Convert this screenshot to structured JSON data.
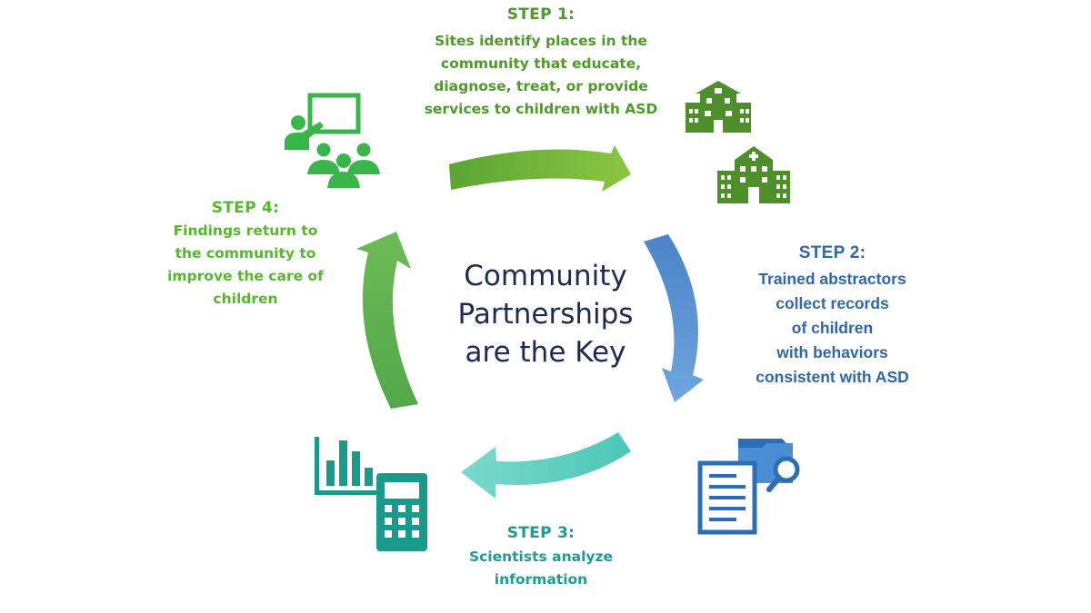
{
  "center": {
    "lines": [
      "Community",
      "Partnerships",
      "are the Key"
    ]
  },
  "steps": [
    {
      "title": "STEP 1:",
      "lines": [
        "Sites identify places in the",
        "community that educate,",
        "diagnose, treat, or provide",
        "services to children with ASD"
      ],
      "color": "#4e9a2a"
    },
    {
      "title": "STEP 2:",
      "lines": [
        "Trained abstractors",
        "collect records",
        "of children",
        "with behaviors",
        "consistent with ASD"
      ],
      "color": "#2f67ad"
    },
    {
      "title": "STEP 3:",
      "lines": [
        "Scientists analyze",
        "information"
      ],
      "color": "#1f9a94"
    },
    {
      "title": "STEP 4:",
      "lines": [
        "Findings return to",
        "the community to",
        "improve the care of",
        "children"
      ],
      "color": "#55b82e"
    }
  ],
  "colors": {
    "arrow_step1": "#5aa534",
    "arrow_step2": "#5b92d1",
    "arrow_step3": "#58cdbd",
    "arrow_step4": "#52a84a",
    "building_icon": "#4e8f2a",
    "classroom_icon": "#39b54a",
    "document_icon": "#2c6eb5",
    "chart_icon": "#1a9a8a"
  },
  "icons": [
    "classroom-icon",
    "school-building-icon",
    "hospital-building-icon",
    "document-folder-search-icon",
    "bar-chart-icon",
    "calculator-icon"
  ]
}
